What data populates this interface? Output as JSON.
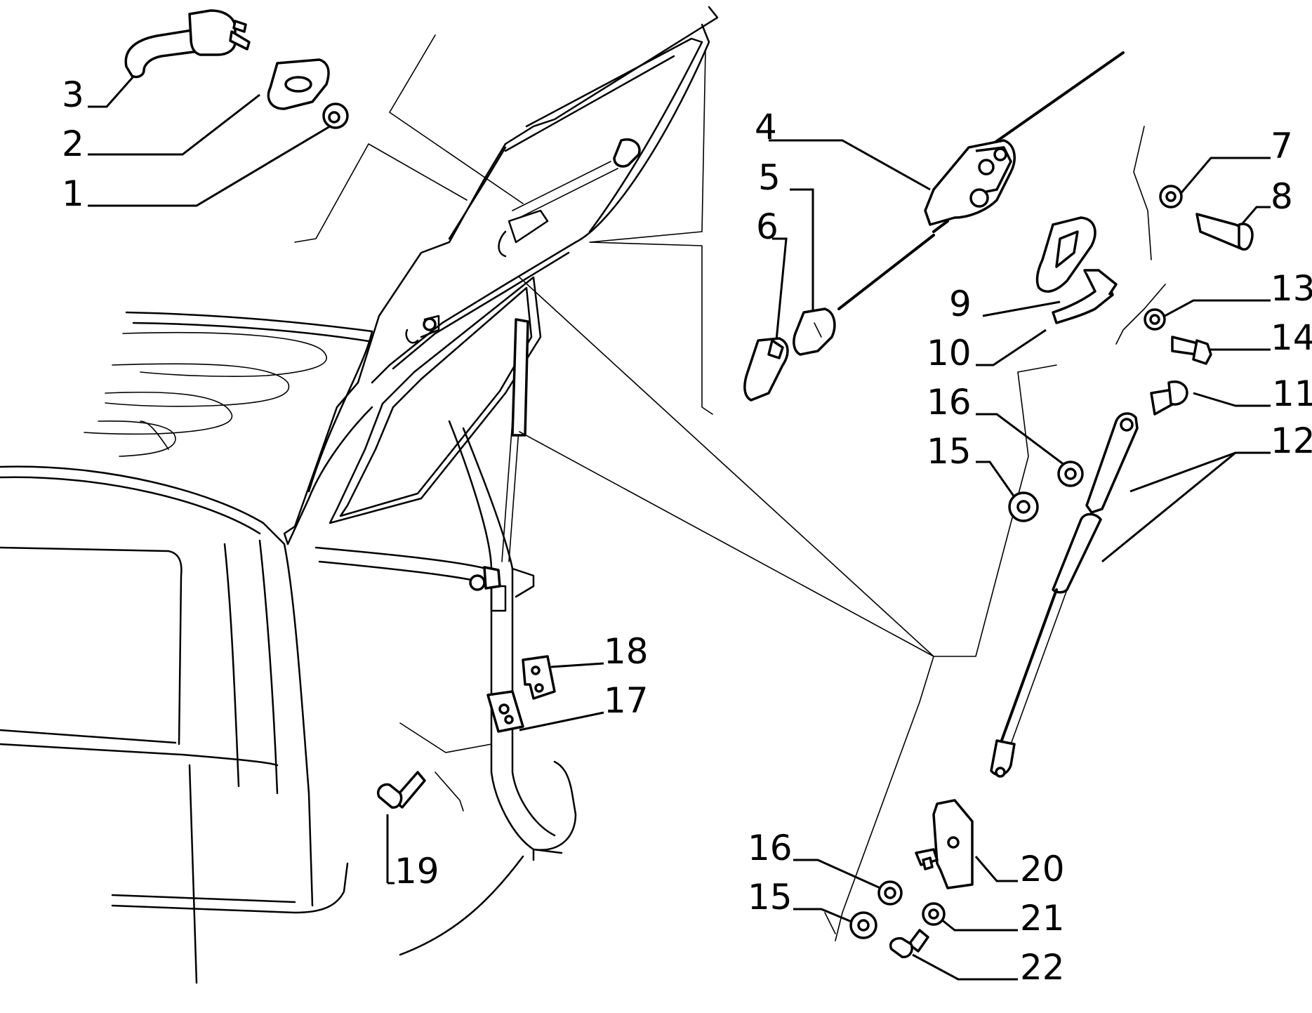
{
  "colors": {
    "line": "#000000",
    "background": "#ffffff"
  },
  "callouts": [
    "1",
    "2",
    "3",
    "4",
    "5",
    "6",
    "7",
    "8",
    "9",
    "10",
    "11",
    "12",
    "13",
    "14",
    "15",
    "16",
    "15",
    "16",
    "17",
    "18",
    "19",
    "20",
    "21",
    "22"
  ]
}
